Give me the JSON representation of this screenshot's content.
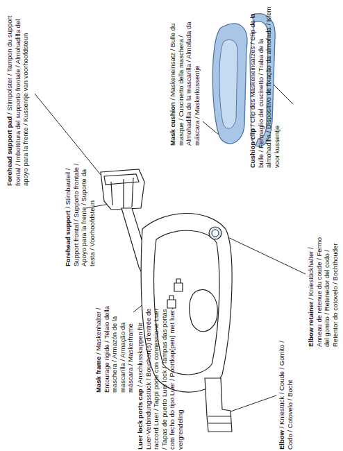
{
  "diagram": {
    "labels": [
      "Forehead support pad",
      "/ Stirnpolster / Tampon du support frontal / Imbottitura del supporto frontale / Almohadilla del apoyo para la frente / Kussentje van voorhoofdsteun",
      "Forehead support",
      "/ Stirnbauteil / Support frontal / Supporto frontale / Apoyo para la frente / Suporte da testa / Voorhoofdsteun",
      "Mask frame",
      "/ Maskenhalter / Entourage rigide / Telaio della maschera / Armazón de la mascarilla / Armação da máscara / Maskerframe",
      "Luer lock ports cap",
      "/ Anschlusskappen für Luer-Verbindungsstück / Bouchon(s) d'entrée de raccord Luer / Tappi porte con connessione Luer / Tapas de puerto Luer lock / Tampas das portas com fecho do tipo Luer / Poortkap(pen) met luer-vergrendeling",
      "Mask cushion",
      "/ Maskeneinsatz / Bulle du masque / Cuscinetto della maschera / Almohadilla de la mascarilla / Almofada da máscara / Maskerkussentje",
      "Cushion clip",
      "/ Clip des Maskeneinsatzes / Clip de la bulle / Fermaglio del cuscinetto / Traba de la almohadilla / Dispositivo de fixação da almofada / Klem voor kussentje",
      "Elbow",
      "/ Kniestück / Coude / Gomito / Codo / Cotovelo / Bocht",
      "Elbow retainer",
      "/ Kniestückhalter / Anneau de retenue du coude / Fermo del gomito / Retenedor del codo / Retentor do cotovelo / Bochthouder"
    ]
  }
}
